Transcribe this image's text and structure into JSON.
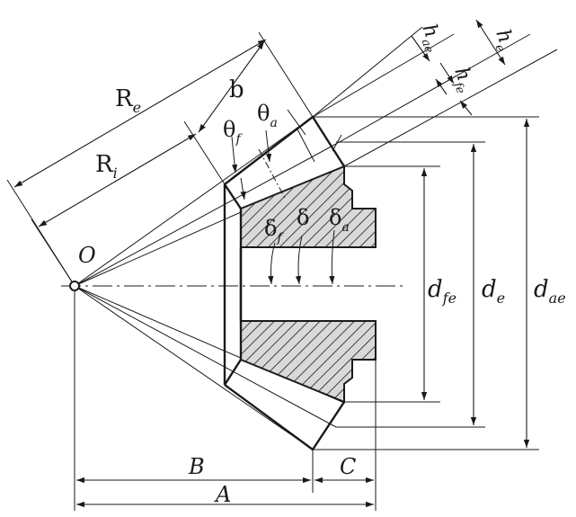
{
  "diagram": {
    "labels": {
      "Re": {
        "main": "R",
        "sub": "e"
      },
      "Ri": {
        "main": "R",
        "sub": "i"
      },
      "b": {
        "main": "b"
      },
      "theta_f": {
        "main": "θ",
        "sub": "f"
      },
      "theta_a": {
        "main": "θ",
        "sub": "a"
      },
      "delta_f": {
        "main": "δ",
        "sub": "f"
      },
      "delta": {
        "main": "δ"
      },
      "delta_a": {
        "main": "δ",
        "sub": "a"
      },
      "hae": {
        "main": "h",
        "sub": "ae"
      },
      "he": {
        "main": "h",
        "sub": "e"
      },
      "hfe": {
        "main": "h",
        "sub": "fe"
      },
      "O": {
        "main": "O"
      },
      "dfe": {
        "main": "d",
        "sub": "fe"
      },
      "de": {
        "main": "d",
        "sub": "e"
      },
      "dae": {
        "main": "d",
        "sub": "ae"
      },
      "B": {
        "main": "B"
      },
      "C": {
        "main": "C"
      },
      "A": {
        "main": "A"
      }
    },
    "colors": {
      "line": "#1a1a1a",
      "hatch": "#1a1a1a",
      "hatch_bg": "#d9d9d9",
      "background": "#ffffff"
    }
  }
}
